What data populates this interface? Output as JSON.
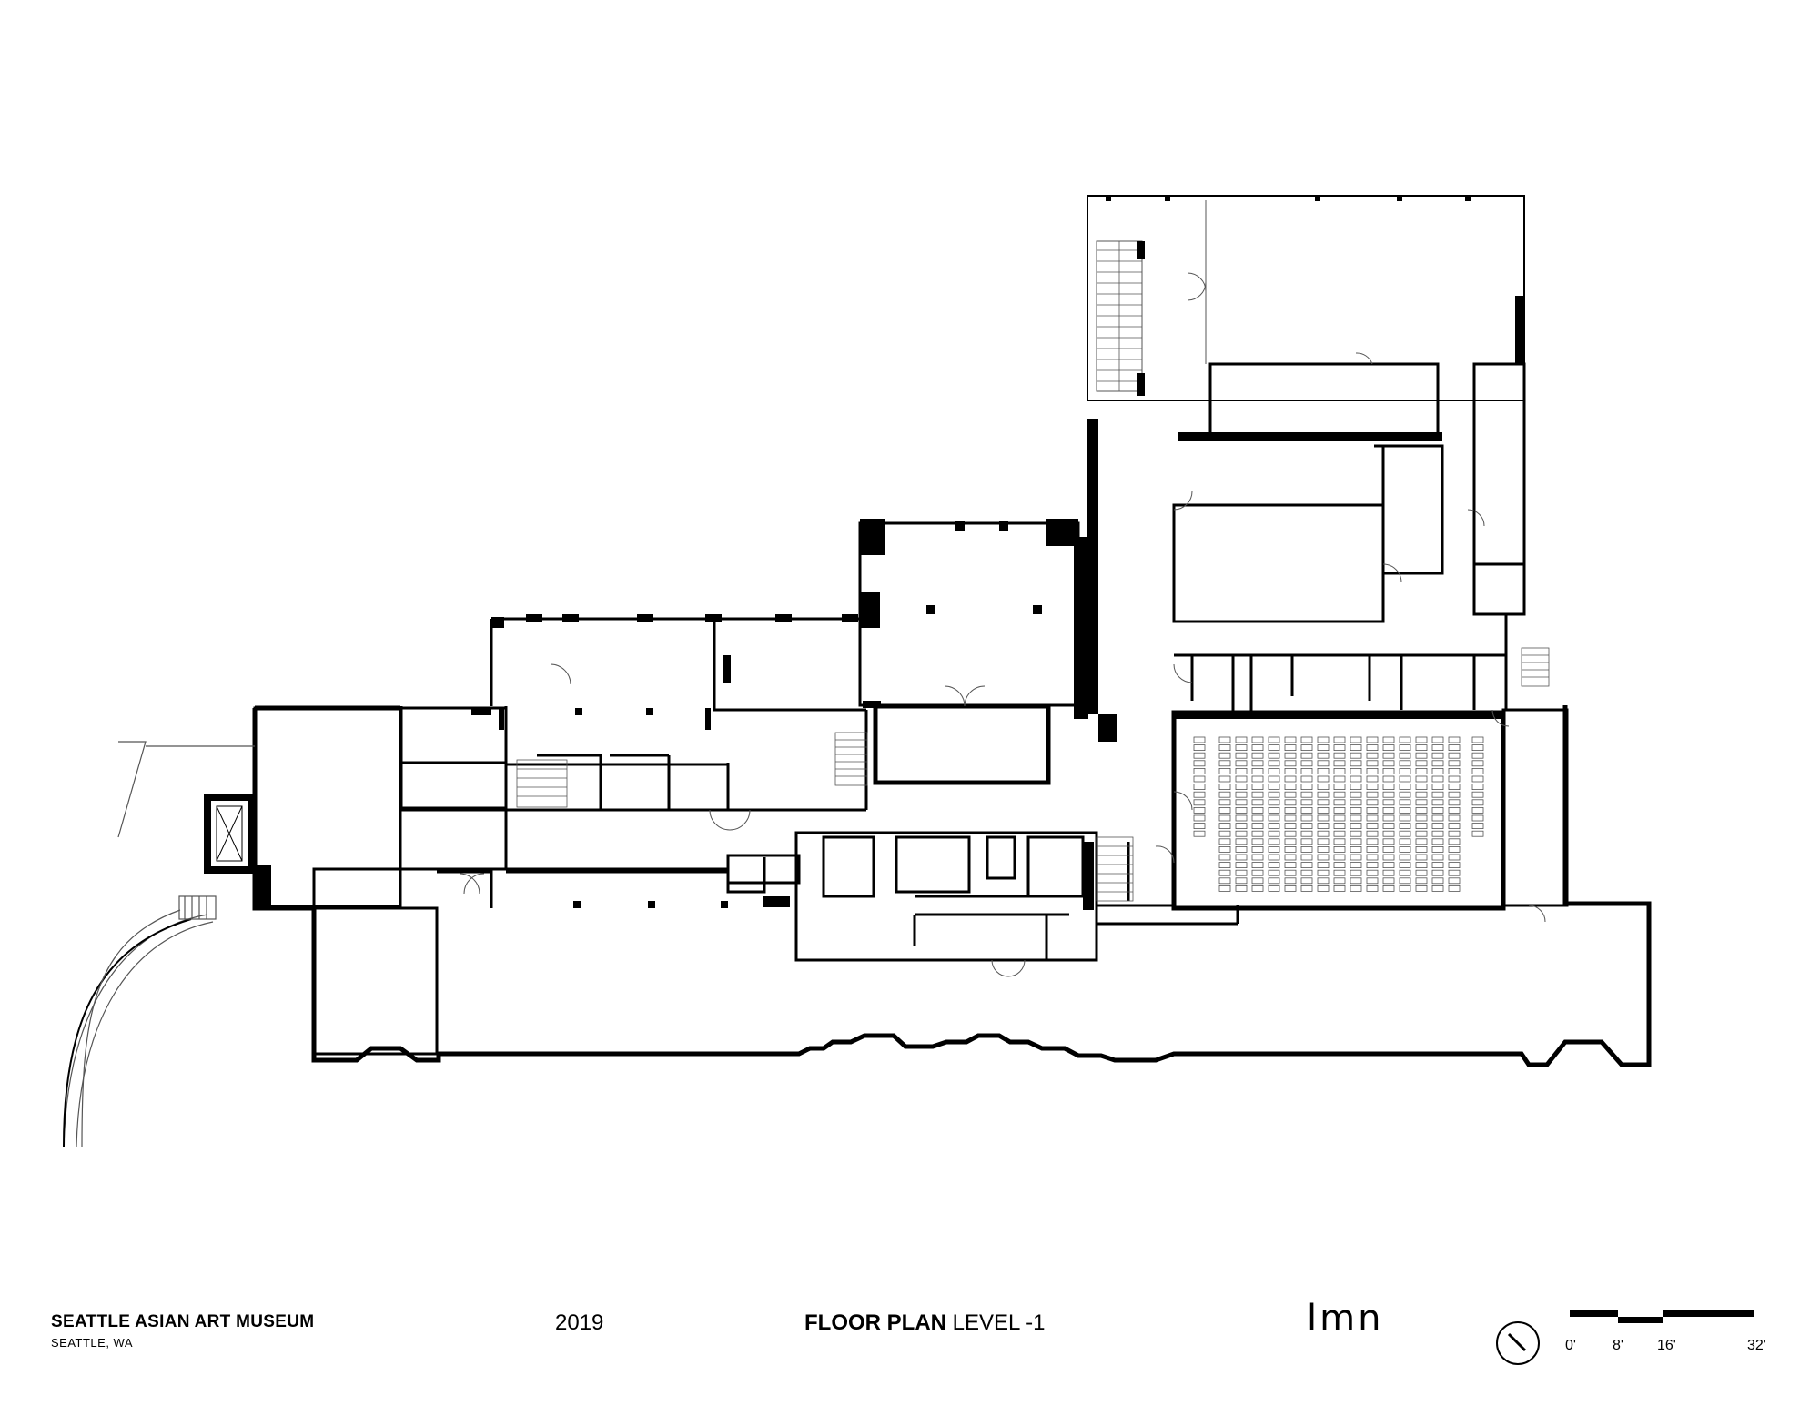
{
  "title_block": {
    "project_name": "SEATTLE ASIAN ART MUSEUM",
    "location": "SEATTLE, WA",
    "year": "2019",
    "plan_title_bold": "FLOOR PLAN",
    "plan_title_regular": "LEVEL -1",
    "firm_logo": "lmn"
  },
  "north_arrow": {
    "icon": "north-arrow-icon"
  },
  "scale_bar": {
    "labels": [
      "0'",
      "8'",
      "16'",
      "32'"
    ]
  },
  "colors": {
    "ink": "#000000",
    "paper": "#ffffff",
    "thin_line": "#555555"
  }
}
